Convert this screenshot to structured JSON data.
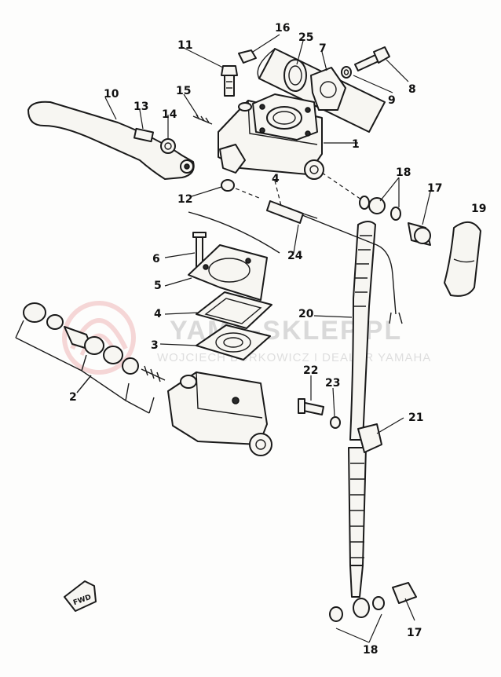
{
  "watermark": {
    "main": "YAMA-SKLEP.PL",
    "sub": "WOJCIECH BORKOWICZ I DEALER YAMAHA"
  },
  "direction_marker": {
    "label": "FWD"
  },
  "callouts": [
    {
      "id": "1",
      "label": "1"
    },
    {
      "id": "2",
      "label": "2"
    },
    {
      "id": "3",
      "label": "3"
    },
    {
      "id": "4a",
      "label": "4"
    },
    {
      "id": "4b",
      "label": "4"
    },
    {
      "id": "5",
      "label": "5"
    },
    {
      "id": "6",
      "label": "6"
    },
    {
      "id": "7",
      "label": "7"
    },
    {
      "id": "8",
      "label": "8"
    },
    {
      "id": "9",
      "label": "9"
    },
    {
      "id": "10",
      "label": "10"
    },
    {
      "id": "11",
      "label": "11"
    },
    {
      "id": "12",
      "label": "12"
    },
    {
      "id": "13",
      "label": "13"
    },
    {
      "id": "14",
      "label": "14"
    },
    {
      "id": "15",
      "label": "15"
    },
    {
      "id": "16",
      "label": "16"
    },
    {
      "id": "17a",
      "label": "17"
    },
    {
      "id": "17b",
      "label": "17"
    },
    {
      "id": "18a",
      "label": "18"
    },
    {
      "id": "18b",
      "label": "18"
    },
    {
      "id": "19",
      "label": "19"
    },
    {
      "id": "20",
      "label": "20"
    },
    {
      "id": "21",
      "label": "21"
    },
    {
      "id": "22",
      "label": "22"
    },
    {
      "id": "23",
      "label": "23"
    },
    {
      "id": "24",
      "label": "24"
    },
    {
      "id": "25",
      "label": "25"
    }
  ]
}
